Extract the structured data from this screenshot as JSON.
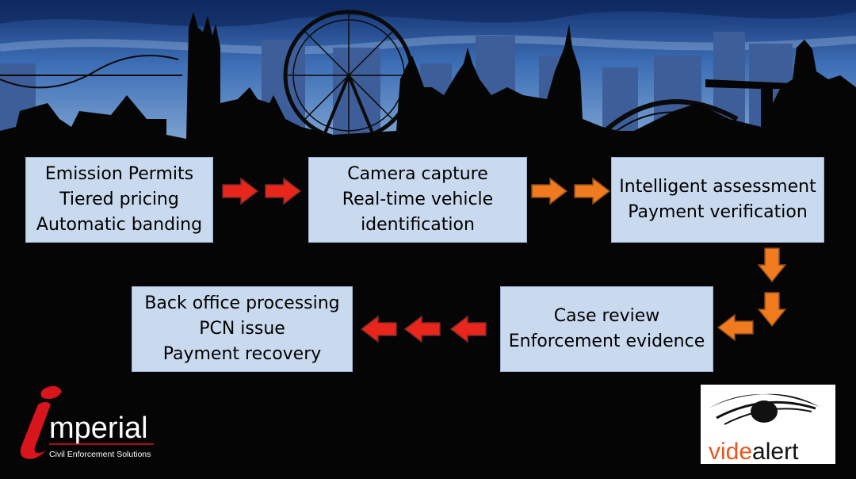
{
  "steps": [
    {
      "lines": [
        "Emission Permits",
        "Tiered pricing",
        "Automatic banding"
      ]
    },
    {
      "lines": [
        "Camera capture",
        "Real-time vehicle",
        "identification"
      ]
    },
    {
      "lines": [
        "Intelligent assessment",
        "Payment verification"
      ]
    },
    {
      "lines": [
        "Case review",
        "Enforcement evidence"
      ]
    },
    {
      "lines": [
        "Back office processing",
        "PCN issue",
        "Payment recovery"
      ]
    }
  ],
  "logos": {
    "imperial": {
      "brand": "mperial",
      "tagline": "Civil Enforcement Solutions"
    },
    "videalert": {
      "part1": "vide",
      "part2": "alert"
    }
  },
  "colors": {
    "red_arrow": "#e8261c",
    "orange_arrow": "#f07b1e",
    "box": "#c9d9ee",
    "sky": "#2f5ea8"
  }
}
